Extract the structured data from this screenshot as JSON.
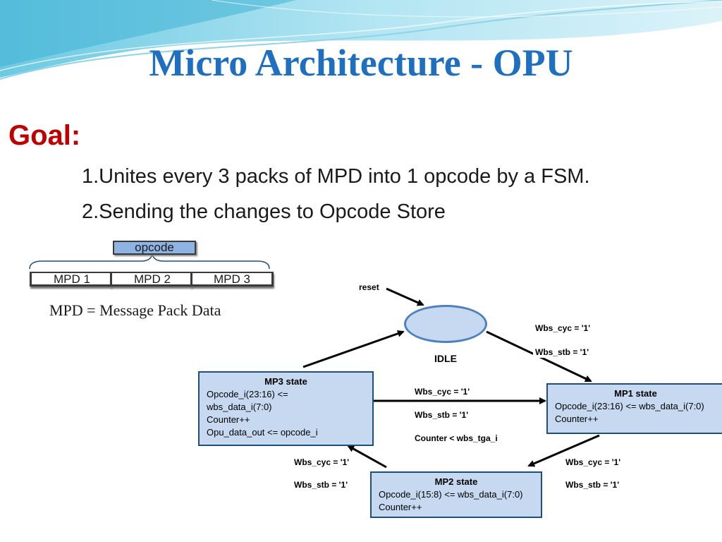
{
  "title": "Micro Architecture - OPU",
  "goal": {
    "label": "Goal:",
    "points": [
      "1.Unites every 3 packs of MPD into 1 opcode by a FSM.",
      "2.Sending the changes to Opcode Store"
    ]
  },
  "packing": {
    "opcode": "opcode",
    "packs": [
      "MPD 1",
      "MPD 2",
      "MPD 3"
    ],
    "definition": "MPD = Message Pack Data"
  },
  "fsm": {
    "reset": "reset",
    "idle": "IDLE",
    "idle_to_mp1": [
      "Wbs_cyc = '1'",
      "Wbs_stb = '1'"
    ],
    "mp3_to_mp1": [
      "Wbs_cyc = '1'",
      "Wbs_stb = '1'",
      "Counter < wbs_tga_i"
    ],
    "mp2_to_mp3": [
      "Wbs_cyc = '1'",
      "Wbs_stb = '1'"
    ],
    "mp1_to_mp2": [
      "Wbs_cyc = '1'",
      "Wbs_stb = '1'"
    ],
    "mp3": {
      "title": "MP3 state",
      "lines": [
        "Opcode_i(23:16) <=",
        "wbs_data_i(7:0)",
        "Counter++",
        "Opu_data_out <= opcode_i"
      ]
    },
    "mp1": {
      "title": "MP1 state",
      "lines": [
        "Opcode_i(23:16) <= wbs_data_i(7:0)",
        "Counter++"
      ]
    },
    "mp2": {
      "title": "MP2 state",
      "lines": [
        "Opcode_i(15:8) <= wbs_data_i(7:0)",
        "Counter++"
      ]
    }
  },
  "colors": {
    "title": "#1f6fc0",
    "goal": "#c00000",
    "state_fill": "#c6d9f0",
    "state_border": "#1f4e79",
    "opcode_fill": "#8fb4e3"
  }
}
